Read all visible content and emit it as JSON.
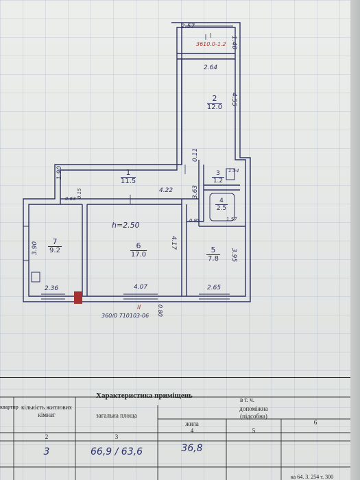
{
  "plan": {
    "dims": {
      "balcony_w": "2.57",
      "balcony_lbl": "3610.0-1.2",
      "balcony_h": "1.40",
      "r2_top": "2.64",
      "r2_side": "4.55",
      "r1_left": "1.90",
      "wall_011": "0.11",
      "r1_right": "4.22",
      "r3_r": "1.54",
      "r3_h": "3.63",
      "r4_side": "1.57",
      "wall_095": "0.95",
      "r7_small": "0.63",
      "r7_side": "0.15",
      "r7_h": "3.90",
      "r7_bottom": "2.36",
      "r6_h": "4.17",
      "r6_bottom": "4.07",
      "r5_side": "3.95",
      "r5_bottom": "2.65",
      "height": "h=2.50",
      "ext_lbl": "360/0 710103-06",
      "ext_r": "0.80"
    },
    "rooms": [
      {
        "num": "1",
        "area": "11.5"
      },
      {
        "num": "2",
        "area": "12.0"
      },
      {
        "num": "3",
        "area": "1.2"
      },
      {
        "num": "4",
        "area": "2.5"
      },
      {
        "num": "5",
        "area": "7.8"
      },
      {
        "num": "6",
        "area": "17.0"
      },
      {
        "num": "7",
        "area": "9.2"
      }
    ],
    "balcony_num": "I",
    "loggia_num": "II"
  },
  "table": {
    "title": "Характеристика приміщень",
    "in_that_number": "в т. ч.",
    "col_left": "квартир",
    "col_rooms": "кількість житлових кімнат",
    "col_total": "загальна площа",
    "col_living": "жила",
    "col_aux": "допоміжна (підсобна)",
    "nums": [
      "2",
      "3",
      "4",
      "5",
      "6"
    ],
    "val_rooms": "3",
    "val_total": "66,9 / 63,6",
    "val_living": "36,8",
    "footer": "ка 64. 3. 254 т. 300"
  }
}
